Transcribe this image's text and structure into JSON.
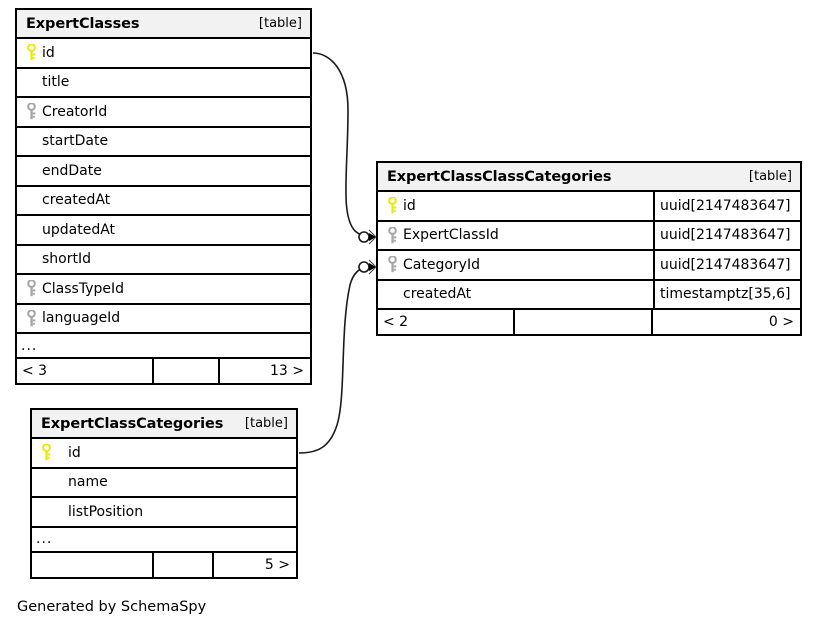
{
  "diagram": {
    "caption": "Generated by SchemaSpy",
    "table_tag": "[table]",
    "ellipsis": "...",
    "colors": {
      "primary_key": "#e8e80d",
      "foreign_key": "#a6a6a6",
      "border": "#000000",
      "header_background": "#f2f2f2",
      "background": "#ffffff"
    }
  },
  "tables": [
    {
      "name": "ExpertClasses",
      "tag": "[table]",
      "columns": [
        {
          "key": "primary",
          "name": "id",
          "type": ""
        },
        {
          "key": "none",
          "name": "title",
          "type": ""
        },
        {
          "key": "foreign",
          "name": "CreatorId",
          "type": ""
        },
        {
          "key": "none",
          "name": "startDate",
          "type": ""
        },
        {
          "key": "none",
          "name": "endDate",
          "type": ""
        },
        {
          "key": "none",
          "name": "createdAt",
          "type": ""
        },
        {
          "key": "none",
          "name": "updatedAt",
          "type": ""
        },
        {
          "key": "none",
          "name": "shortId",
          "type": ""
        },
        {
          "key": "foreign",
          "name": "ClassTypeId",
          "type": ""
        },
        {
          "key": "foreign",
          "name": "languageId",
          "type": ""
        }
      ],
      "has_ellipsis": true,
      "footer": {
        "left": "< 3",
        "middle": "",
        "right": "13 >"
      }
    },
    {
      "name": "ExpertClassClassCategories",
      "tag": "[table]",
      "columns": [
        {
          "key": "primary",
          "name": "id",
          "type": "uuid[2147483647]"
        },
        {
          "key": "foreign",
          "name": "ExpertClassId",
          "type": "uuid[2147483647]"
        },
        {
          "key": "foreign",
          "name": "CategoryId",
          "type": "uuid[2147483647]"
        },
        {
          "key": "none",
          "name": "createdAt",
          "type": "timestamptz[35,6]"
        }
      ],
      "has_ellipsis": false,
      "footer": {
        "left": "< 2",
        "middle": "",
        "right": "0 >"
      }
    },
    {
      "name": "ExpertClassCategories",
      "tag": "[table]",
      "columns": [
        {
          "key": "primary",
          "name": "id",
          "type": ""
        },
        {
          "key": "none",
          "name": "name",
          "type": ""
        },
        {
          "key": "none",
          "name": "listPosition",
          "type": ""
        }
      ],
      "has_ellipsis": true,
      "footer": {
        "left": "",
        "middle": "",
        "right": "5 >"
      }
    }
  ],
  "relationships": [
    {
      "from_table": "ExpertClasses",
      "from_column": "id",
      "to_table": "ExpertClassClassCategories",
      "to_column": "ExpertClassId",
      "from_cardinality": "one",
      "to_cardinality": "zero-or-many"
    },
    {
      "from_table": "ExpertClassCategories",
      "from_column": "id",
      "to_table": "ExpertClassClassCategories",
      "to_column": "CategoryId",
      "from_cardinality": "one",
      "to_cardinality": "zero-or-many"
    }
  ]
}
